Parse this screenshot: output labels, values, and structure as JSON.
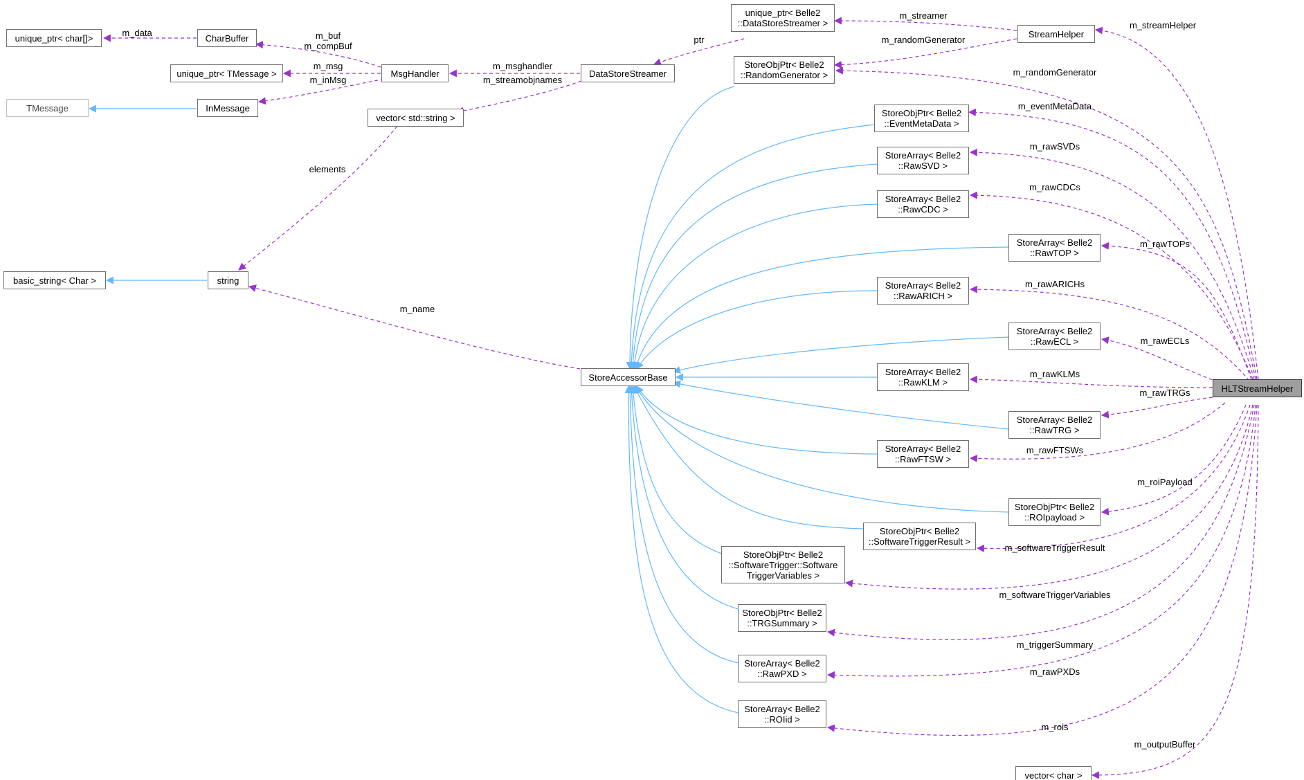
{
  "colors": {
    "inherit": "#63b8ff",
    "usage": "#9a32cd",
    "root_fill": "#9f9f9f"
  },
  "nodes": {
    "hltstreamhelper": "HLTStreamHelper",
    "storeaccessorbase": "StoreAccessorBase",
    "string": "string",
    "basic_string": "basic_string< Char >",
    "vector_string": "vector< std::string >",
    "datastorestreamer": "DataStoreStreamer",
    "msghandler": "MsgHandler",
    "charbuffer": "CharBuffer",
    "unique_ptr_char": "unique_ptr< char[]>",
    "unique_ptr_tmessage": "unique_ptr< TMessage >",
    "tmessage": "TMessage",
    "inmessage": "InMessage",
    "unique_ptr_datastorestreamer": "unique_ptr< Belle2\n::DataStoreStreamer >",
    "streamhelper": "StreamHelper",
    "randomgenerator": "StoreObjPtr< Belle2\n::RandomGenerator >",
    "eventmetadata": "StoreObjPtr< Belle2\n::EventMetaData >",
    "rawsvd": "StoreArray< Belle2\n::RawSVD >",
    "rawcdc": "StoreArray< Belle2\n::RawCDC >",
    "rawtop": "StoreArray< Belle2\n::RawTOP >",
    "rawarich": "StoreArray< Belle2\n::RawARICH >",
    "rawecl": "StoreArray< Belle2\n::RawECL >",
    "rawklm": "StoreArray< Belle2\n::RawKLM >",
    "rawtrg": "StoreArray< Belle2\n::RawTRG >",
    "rawftsw": "StoreArray< Belle2\n::RawFTSW >",
    "roipayload": "StoreObjPtr< Belle2\n::ROIpayload >",
    "softwaretriggerresult": "StoreObjPtr< Belle2\n::SoftwareTriggerResult >",
    "softwaretriggervariables": "StoreObjPtr< Belle2\n::SoftwareTrigger::Software\nTriggerVariables >",
    "trgsummary": "StoreObjPtr< Belle2\n::TRGSummary >",
    "rawpxd": "StoreArray< Belle2\n::RawPXD >",
    "roiid": "StoreArray< Belle2\n::ROIid >",
    "vector_char": "vector< char >"
  },
  "edge_labels": {
    "m_data": "m_data",
    "m_buf": "m_buf\nm_compBuf",
    "m_msg": "m_msg",
    "m_inmsg": "m_inMsg",
    "m_msghandler": "m_msghandler",
    "m_streamobjnames": "m_streamobjnames",
    "ptr": "ptr",
    "m_streamer": "m_streamer",
    "m_randomgenerator_sh": "m_randomGenerator",
    "m_streamhelper": "m_streamHelper",
    "m_randomgenerator": "m_randomGenerator",
    "m_eventmetadata": "m_eventMetaData",
    "m_rawsvds": "m_rawSVDs",
    "m_rawcdcs": "m_rawCDCs",
    "m_rawtops": "m_rawTOPs",
    "m_rawarichs": "m_rawARICHs",
    "m_rawecls": "m_rawECLs",
    "m_rawklms": "m_rawKLMs",
    "m_rawtrgs": "m_rawTRGs",
    "m_rawftsws": "m_rawFTSWs",
    "m_roipayload": "m_roiPayload",
    "m_softwaretriggerresult": "m_softwareTriggerResult",
    "m_softwaretriggervariables": "m_softwareTriggerVariables",
    "m_triggersummary": "m_triggerSummary",
    "m_rawpxds": "m_rawPXDs",
    "m_rois": "m_rois",
    "m_outputbuffer": "m_outputBuffer",
    "elements": "elements",
    "m_name": "m_name"
  }
}
